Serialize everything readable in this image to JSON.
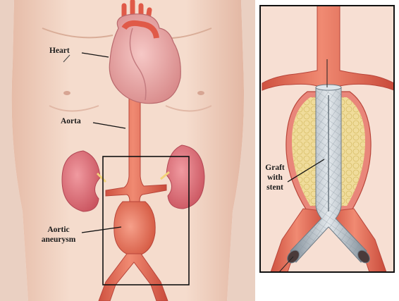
{
  "labels": {
    "heart": "Heart",
    "aorta": "Aorta",
    "aneurysm_line1": "Aortic",
    "aneurysm_line2": "aneurysm",
    "graft_line1": "Graft",
    "graft_line2": "with",
    "graft_line3": "stent"
  },
  "colors": {
    "skin": "#f3d5c4",
    "skin_shadow": "#e2b8a4",
    "artery": "#e86f5a",
    "artery_dark": "#c84a3a",
    "heart": "#e9a6a6",
    "kidney": "#d96a73",
    "fat": "#f0dc9b",
    "stent": "#b9c3cc",
    "frame": "#111111"
  }
}
